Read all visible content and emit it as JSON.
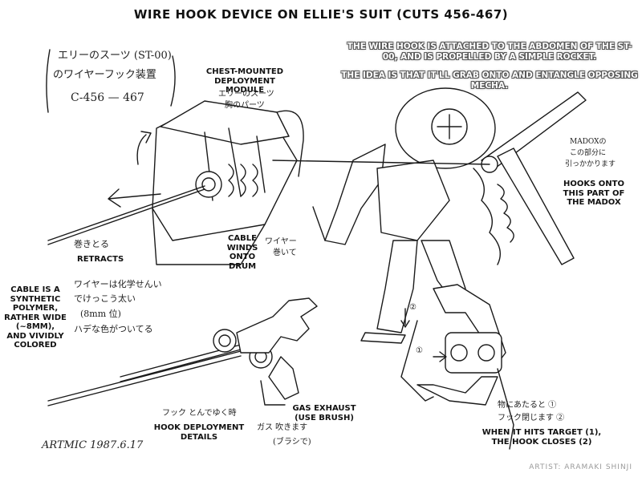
{
  "title": "Wire Hook Device on Ellie's Suit (Cuts 456-467)",
  "notes": {
    "line1": "The wire hook is attached to the abdomen of the ST-00, and is propelled by a simple rocket.",
    "line2": "The idea is that it'll grab onto and entangle opposing mecha."
  },
  "japanese": {
    "topleft_1": "エリーのスーツ (ST-00)",
    "topleft_2": "のワイヤーフック装置",
    "cut_range": "C-456 — 467",
    "chest_1": "エリーのスーツ",
    "chest_2": "胸のパーツ",
    "retract": "巻きとる",
    "winds": "ワイヤー",
    "winds_2": "巻いて",
    "cable_1": "ワイヤーは化学せんい",
    "cable_2": "でけっこう太い",
    "cable_3": "(8mm 位)",
    "cable_4": "ハデな色がついてる",
    "madox_1": "MADOXの",
    "madox_2": "この部分に",
    "madox_3": "引っかかります",
    "hook_deploy": "フック とんでゆく時",
    "gas": "ガス 吹きます",
    "brush": "(ブラシで)",
    "target_1": "物にあたると ①",
    "target_2": "フック閉じます ②",
    "num_1": "①",
    "num_2": "②"
  },
  "labels": {
    "chest_module_1": "Chest-mounted",
    "chest_module_2": "deployment module",
    "retracts": "Retracts",
    "cable_winds_1": "Cable",
    "cable_winds_2": "winds",
    "cable_winds_3": "onto",
    "cable_winds_4": "drum",
    "cable_desc_1": "Cable is a",
    "cable_desc_2": "synthetic",
    "cable_desc_3": "polymer,",
    "cable_desc_4": "rather wide",
    "cable_desc_5": "(~8mm),",
    "cable_desc_6": "and vividly",
    "cable_desc_7": "colored",
    "hooks_onto_1": "Hooks onto",
    "hooks_onto_2": "this part of",
    "hooks_onto_3": "the Madox",
    "hook_deploy_1": "Hook deployment",
    "hook_deploy_2": "details",
    "gas_1": "Gas exhaust",
    "gas_2": "(use brush)",
    "target_1": "When it hits target (1),",
    "target_2": "the hook closes (2)"
  },
  "signature": "ARTMIC 1987.6.17",
  "artist": "Artist: Aramaki Shinji"
}
